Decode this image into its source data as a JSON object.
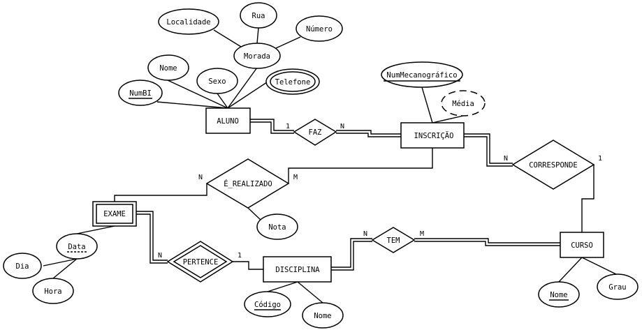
{
  "entities": {
    "aluno": "ALUNO",
    "inscricao": "INSCRIÇÃO",
    "exame": "EXAME",
    "disciplina": "DISCIPLINA",
    "curso": "CURSO"
  },
  "relationships": {
    "faz": "FAZ",
    "corresponde": "CORRESPONDE",
    "e_realizado": "É_REALIZADO",
    "pertence": "PERTENCE",
    "tem": "TEM"
  },
  "attributes": {
    "localidade": "Localidade",
    "rua": "Rua",
    "numero": "Número",
    "morada": "Morada",
    "nome_aluno": "Nome",
    "sexo": "Sexo",
    "telefone": "Telefone",
    "numbi": "NumBI",
    "num_mecanografico": "NumMecanográfico",
    "media": "Média",
    "nota": "Nota",
    "data": "Data",
    "dia": "Dia",
    "hora": "Hora",
    "codigo": "Código",
    "nome_disciplina": "Nome",
    "nome_curso": "Nome",
    "grau": "Grau"
  },
  "cardinalities": {
    "faz_aluno": "1",
    "faz_inscricao": "N",
    "corresponde_inscricao": "N",
    "corresponde_curso": "1",
    "realizado_exame": "N",
    "realizado_inscricao": "M",
    "pertence_exame": "N",
    "pertence_disciplina": "1",
    "tem_disciplina": "N",
    "tem_curso": "M"
  }
}
